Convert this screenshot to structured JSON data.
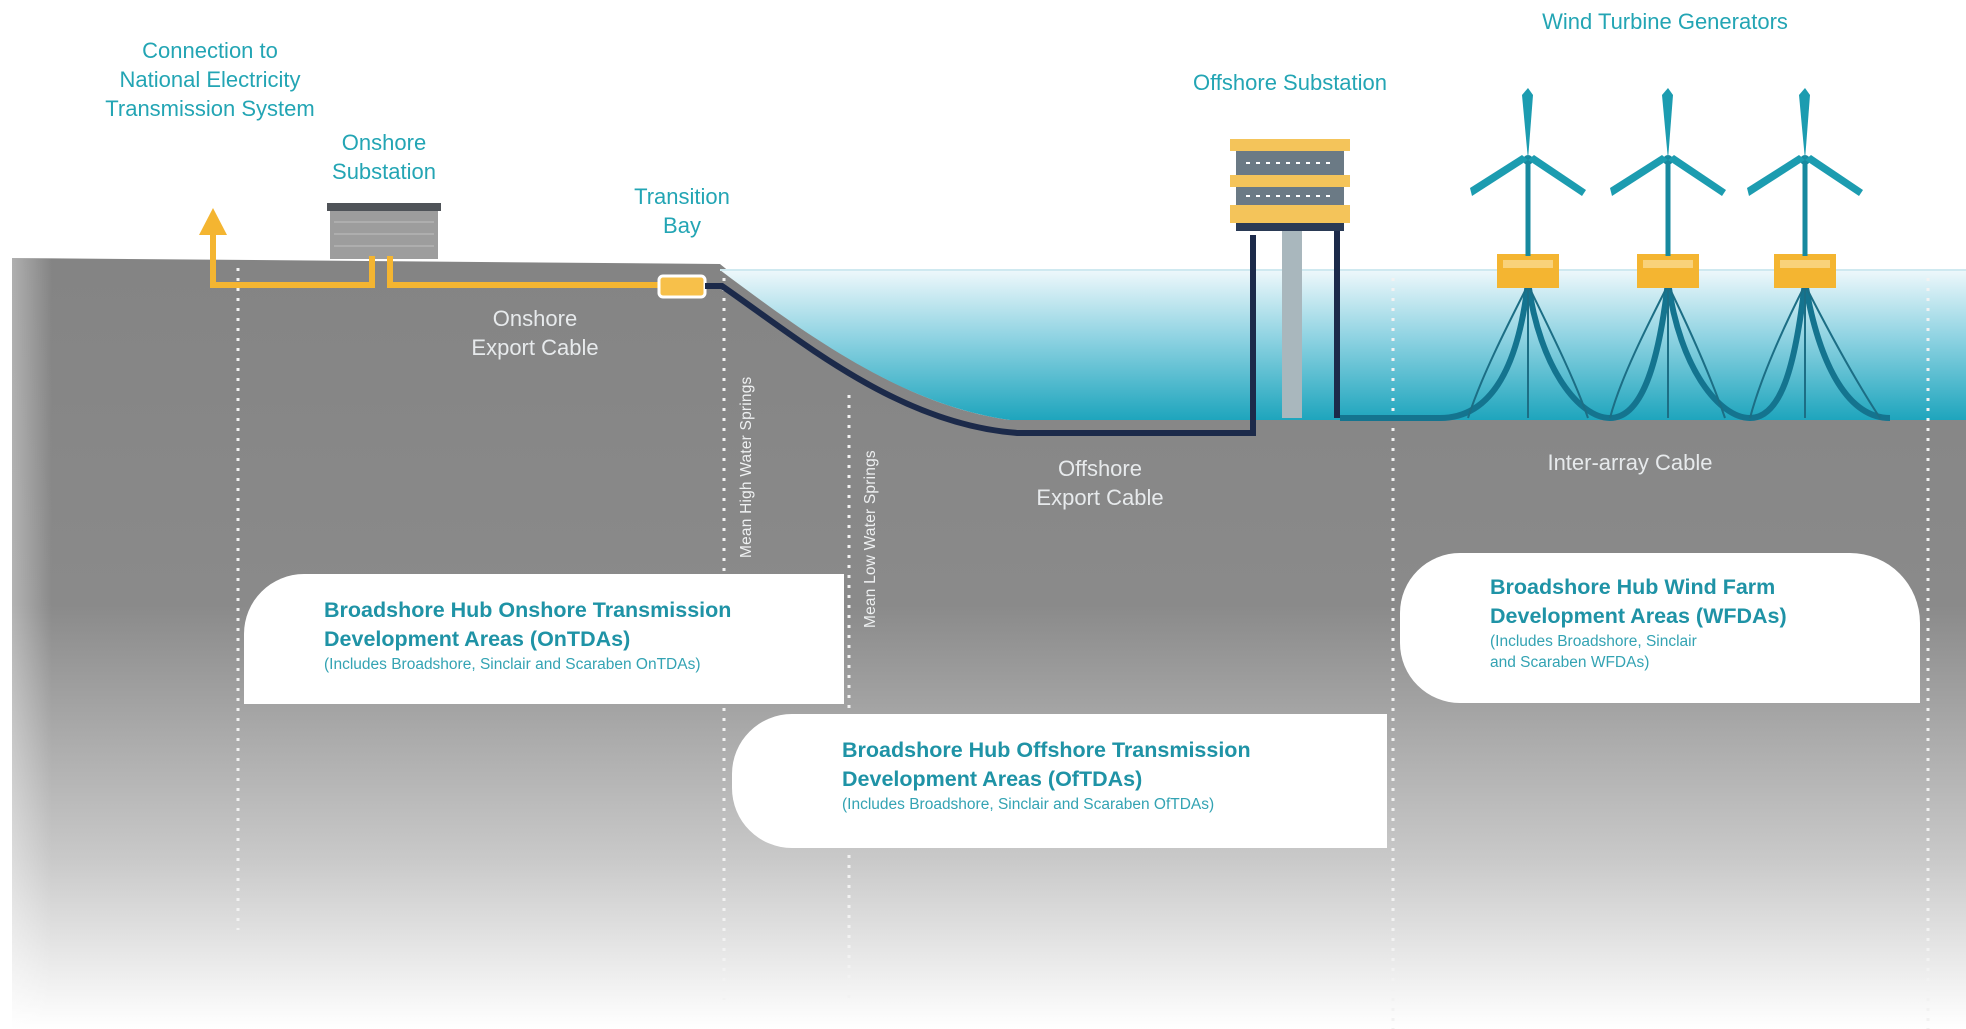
{
  "labels": {
    "connection": [
      "Connection to",
      "National Electricity",
      "Transmission System"
    ],
    "onshore_substation": [
      "Onshore",
      "Substation"
    ],
    "transition_bay": [
      "Transition",
      "Bay"
    ],
    "onshore_export_cable": [
      "Onshore",
      "Export Cable"
    ],
    "offshore_substation": "Offshore Substation",
    "wind_turbine_generators": "Wind Turbine Generators",
    "offshore_export_cable": [
      "Offshore",
      "Export Cable"
    ],
    "inter_array_cable": "Inter-array Cable",
    "mean_high_water": "Mean High Water Springs",
    "mean_low_water": "Mean Low Water Springs"
  },
  "areas": {
    "ontda": {
      "title": [
        "Broadshore Hub Onshore Transmission",
        "Development Areas (OnTDAs)"
      ],
      "note": [
        "(Includes Broadshore, Sinclair and Scaraben OnTDAs)"
      ]
    },
    "oftda": {
      "title": [
        "Broadshore Hub Offshore Transmission",
        "Development Areas (OfTDAs)"
      ],
      "note": [
        "(Includes Broadshore, Sinclair and Scaraben OfTDAs)"
      ]
    },
    "wfda": {
      "title": [
        "Broadshore Hub Wind Farm",
        "Development Areas (WFDAs)"
      ],
      "note": [
        "(Includes Broadshore, Sinclair",
        "and Scaraben WFDAs)"
      ]
    }
  },
  "colors": {
    "accent_teal": "#23a5b4",
    "ground_grey": "#858585",
    "onshore_cable_yellow": "#f4b531",
    "offshore_cable_navy": "#1c2a4a",
    "sea_light": "#e2f3f8",
    "sea_deep": "#1ea7bf"
  }
}
